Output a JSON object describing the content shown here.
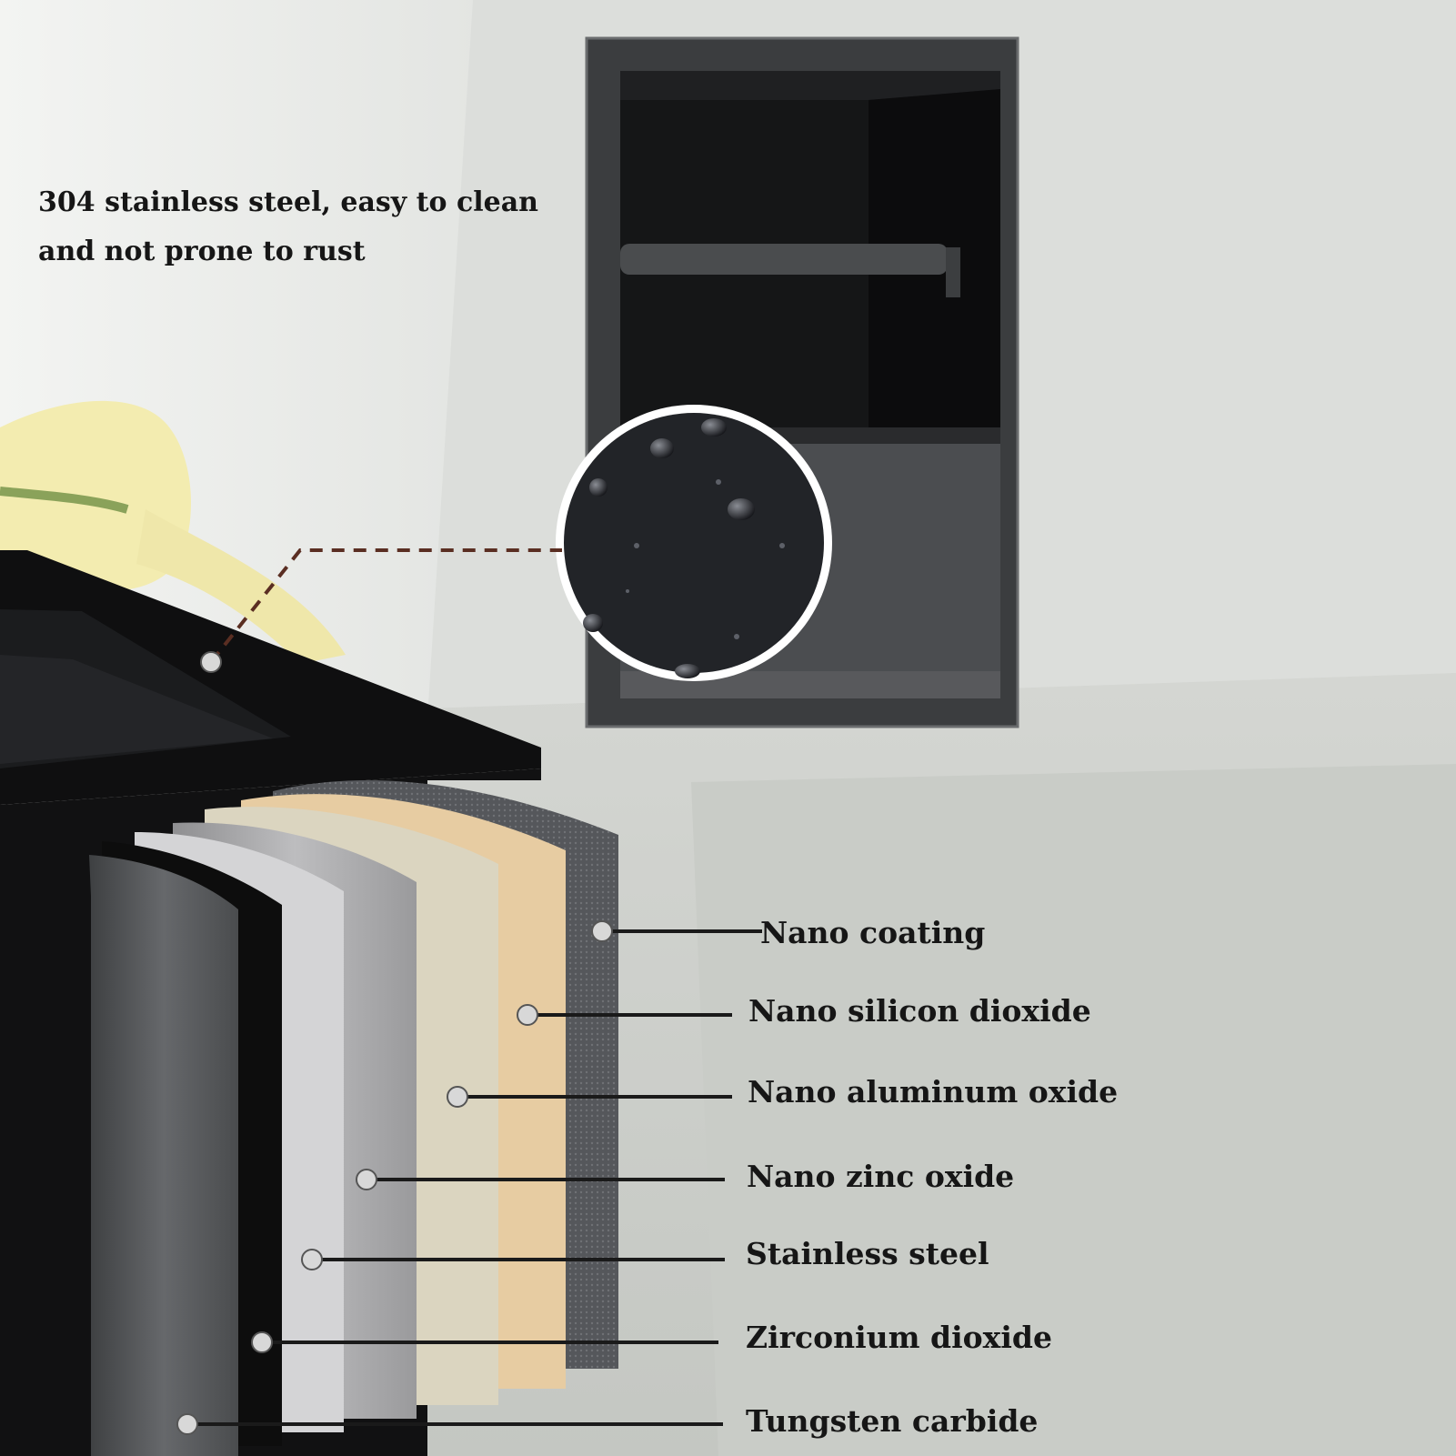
{
  "headline": {
    "line1": "304 stainless steel, easy to clean",
    "line2": "and not prone to rust"
  },
  "layers": [
    "Nano coating",
    "Nano silicon dioxide",
    "Nano aluminum oxide",
    "Nano zinc oxide",
    "Stainless steel",
    "Zirconium dioxide",
    "Tungsten carbide"
  ],
  "colors": {
    "wall": "#dfe1de",
    "holder_frame": "#3b3d3f",
    "holder_inside": "#151617",
    "sink": "#0f0f10",
    "callout_line": "#1a1a1a",
    "dashed_line": "#5a2e22",
    "flower": "#f3ecb0",
    "layer_nano_coating": "#585a5e",
    "layer_nano_silicon_dioxide": "#e7cca2",
    "layer_nano_aluminum_oxide": "#dbd5c0",
    "layer_nano_zinc_oxide": "#a9a9a9",
    "layer_stainless_steel": "#d4d4d6",
    "layer_zirconium_dioxide": "#0d0d0d",
    "layer_tungsten_carbide": "#5c5e60"
  }
}
